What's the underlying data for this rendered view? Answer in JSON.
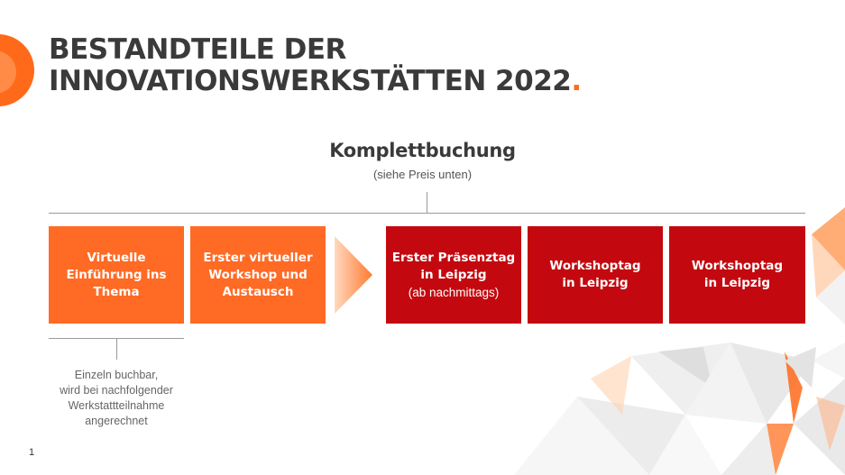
{
  "slide": {
    "title_line1": "BESTANDTEILE DER",
    "title_line2": "INNOVATIONSWERKSTÄTTEN 2022",
    "title_dot": ".",
    "page_number": "1"
  },
  "booking": {
    "title": "Komplettbuchung",
    "subtitle": "(siehe Preis unten)"
  },
  "boxes": [
    {
      "line1": "Virtuelle",
      "line2": "Einführung ins",
      "line3": "Thema",
      "color": "#ff6a24"
    },
    {
      "line1": "Erster virtueller",
      "line2": "Workshop und",
      "line3": "Austausch",
      "color": "#ff6a24"
    },
    {
      "line1": "Erster Präsenztag",
      "line2": "in Leipzig",
      "sub": "(ab nachmittags)",
      "color": "#c3090f"
    },
    {
      "line1": "Workshoptag",
      "line2": "in Leipzig",
      "color": "#c3090f"
    },
    {
      "line1": "Workshoptag",
      "line2": "in Leipzig",
      "color": "#c3090f"
    }
  ],
  "note": {
    "line1": "Einzeln buchbar,",
    "line2": "wird bei nachfolgender",
    "line3": "Werkstattteilnahme",
    "line4": "angerechnet"
  },
  "colors": {
    "accent_orange": "#ff6a24",
    "accent_red": "#c3090f",
    "title_text": "#3a3a3a"
  }
}
